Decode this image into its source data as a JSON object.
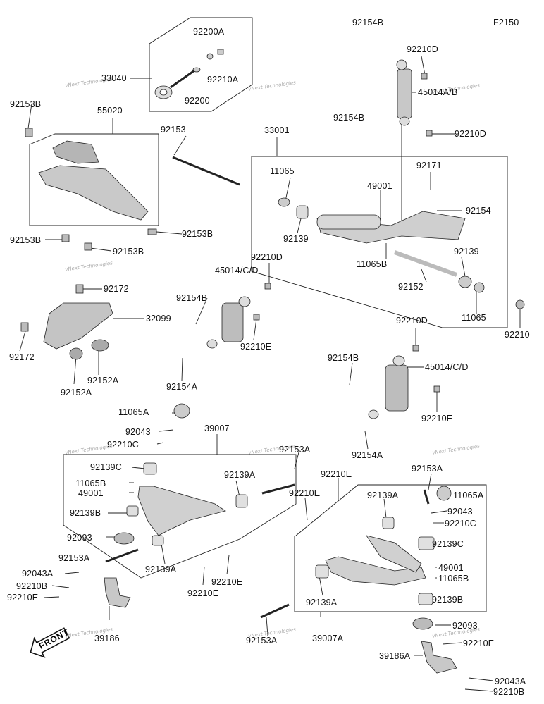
{
  "diagram_code": "F2150",
  "watermark": "vNext Technologies",
  "front_label": "FRONT",
  "labels": {
    "l92154B_top": "92154B",
    "l92210D_1": "92210D",
    "l45014AB": "45014A/B",
    "l92154B_2": "92154B",
    "l92210D_2": "92210D",
    "l92200A": "92200A",
    "l33040": "33040",
    "l92210A": "92210A",
    "l92200": "92200",
    "l92153B_1": "92153B",
    "l55020": "55020",
    "l92153": "92153",
    "l33001": "33001",
    "l11065_1": "11065",
    "l92171": "92171",
    "l49001_1": "49001",
    "l92154": "92154",
    "l92139_1": "92139",
    "l11065B_1": "11065B",
    "l92139_2": "92139",
    "l92152": "92152",
    "l11065_2": "11065",
    "l92210": "92210",
    "l92153B_2": "92153B",
    "l92153B_3": "92153B",
    "l92153B_4": "92153B",
    "l92172_1": "92172",
    "l32099": "32099",
    "l92172_2": "92172",
    "l92152A": "92152A",
    "l92152A_2": "92152A",
    "l92210D_3": "92210D",
    "l45014CD_1": "45014/C/D",
    "l92154B_3": "92154B",
    "l92210E_1": "92210E",
    "l92154A_1": "92154A",
    "l92210D_4": "92210D",
    "l92154B_4": "92154B",
    "l45014CD_2": "45014/C/D",
    "l92210E_2": "92210E",
    "l92154A_2": "92154A",
    "l11065A_1": "11065A",
    "l92043_1": "92043",
    "l39007": "39007",
    "l92210C_1": "92210C",
    "l92153A_1": "92153A",
    "l92139C_1": "92139C",
    "l11065B_2": "11065B",
    "l49001_2": "49001",
    "l92139A_1": "92139A",
    "l92139B_1": "92139B",
    "l92210E_3": "92210E",
    "l92210E_4": "92210E",
    "l92153A_2": "92153A",
    "l11065A_2": "11065A",
    "l92043_2": "92043",
    "l92210C_2": "92210C",
    "l92139A_2": "92139A",
    "l92093_1": "92093",
    "l92153A_3": "92153A",
    "l92043A_1": "92043A",
    "l92210B_1": "92210B",
    "l92210E_5": "92210E",
    "l92139A_3": "92139A",
    "l92210E_6": "92210E",
    "l92210E_7": "92210E",
    "l39186": "39186",
    "l92139C_2": "92139C",
    "l49001_3": "49001",
    "l11065B_3": "11065B",
    "l92139A_4": "92139A",
    "l92139B_2": "92139B",
    "l92153A_4": "92153A",
    "l39007A": "39007A",
    "l92093_2": "92093",
    "l39186A": "39186A",
    "l92210E_8": "92210E",
    "l92043A_2": "92043A",
    "l92210B_2": "92210B"
  }
}
